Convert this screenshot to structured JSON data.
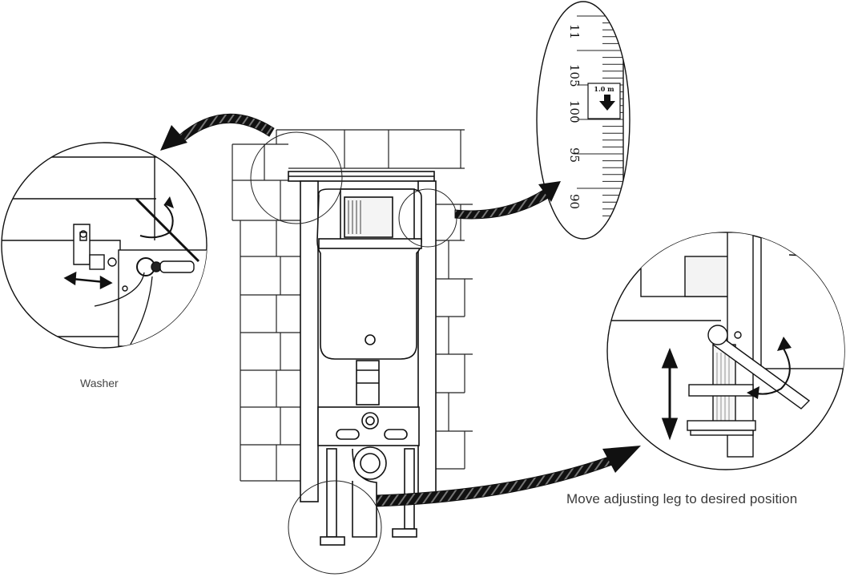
{
  "labels": {
    "washer": "Washer",
    "caption": "Move adjusting leg to desired position"
  },
  "height_scale": {
    "ticks": [
      "90",
      "95",
      "100",
      "105",
      "11"
    ],
    "marker": "1.0 m"
  },
  "colors": {
    "line": "#1a1a1a",
    "arrow": "#111111",
    "background": "#ffffff"
  }
}
